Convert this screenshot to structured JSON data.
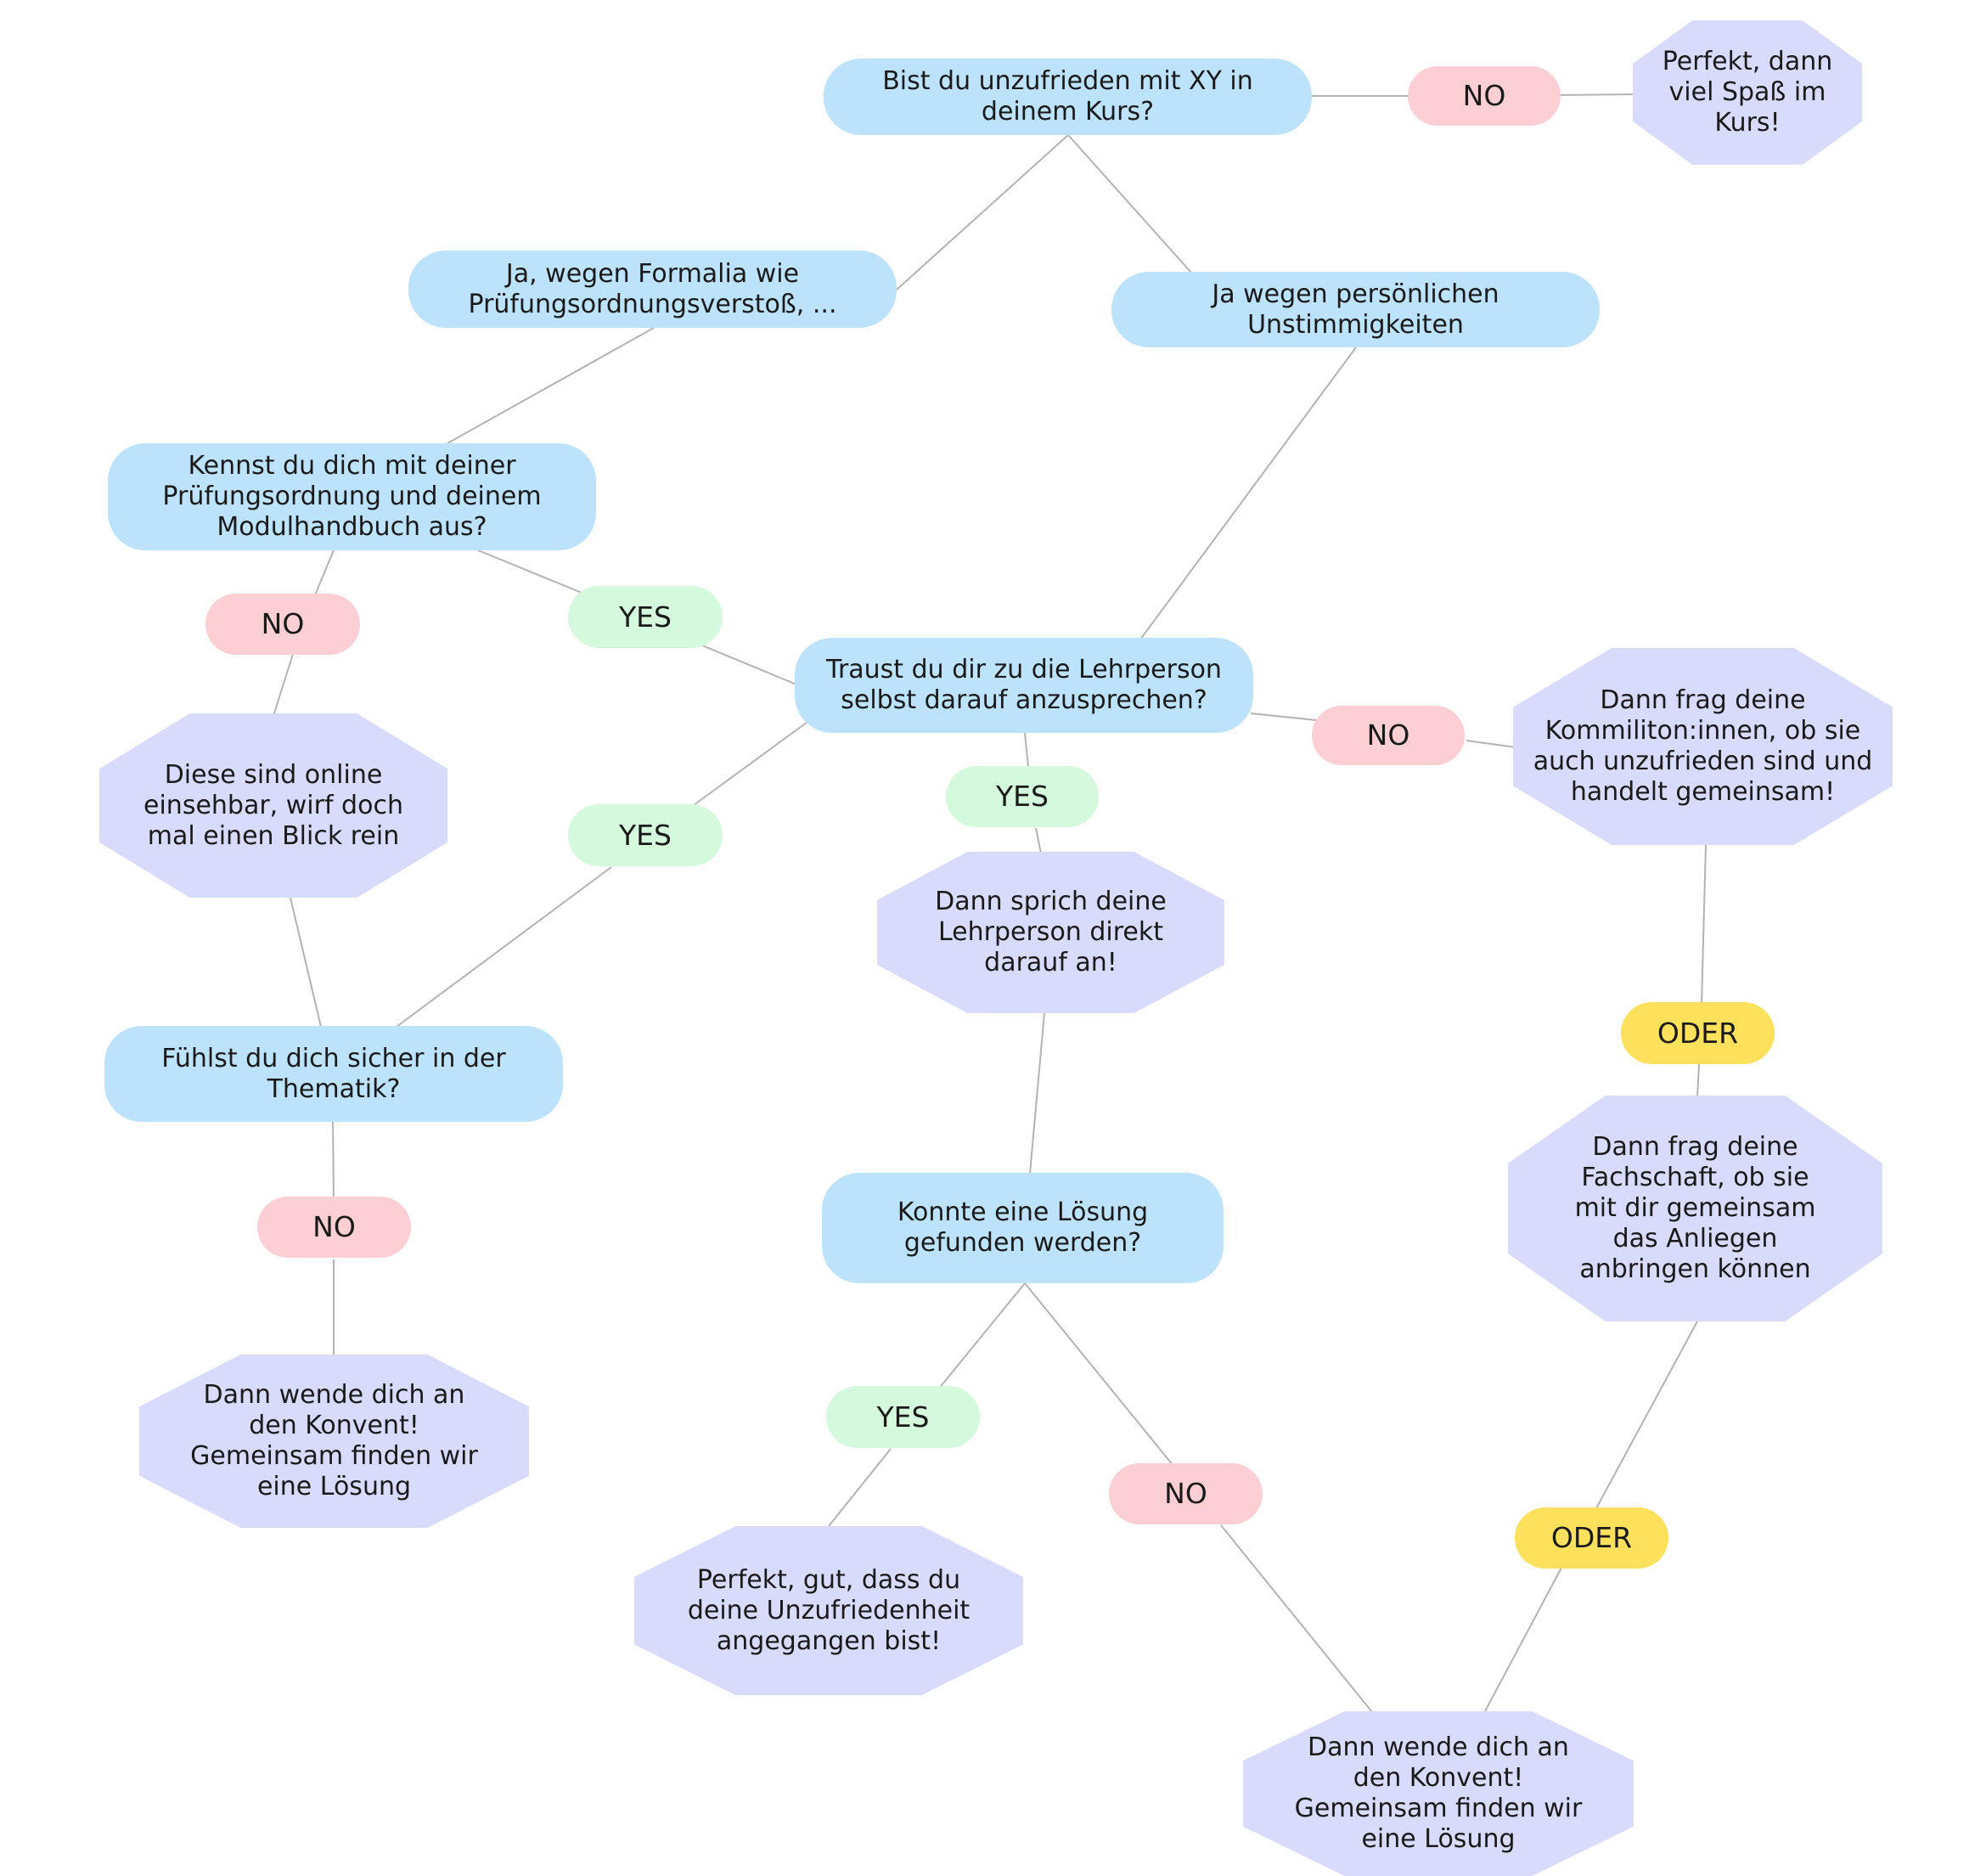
{
  "diagram": {
    "questions": {
      "q_unzufrieden": "Bist du unzufrieden mit XY in deinem Kurs?",
      "q_formalia": "Ja, wegen Formalia wie Prüfungsordnungsverstoß, ...",
      "q_persoenlich": "Ja wegen persönlichen Unstimmigkeiten",
      "q_kennst": "Kennst du dich mit deiner Prüfungsordnung und deinem Modulhandbuch aus?",
      "q_traust": "Traust du dir zu die Lehrperson selbst darauf anzusprechen?",
      "q_sicher": "Fühlst du dich sicher in der Thematik?",
      "q_loesung": "Konnte eine Lösung gefunden werden?"
    },
    "answers": {
      "a_spass": "Perfekt, dann viel Spaß im Kurs!",
      "a_online": "Diese sind online einsehbar, wirf doch mal einen Blick rein",
      "a_kommilitonen": "Dann frag deine Kommiliton:innen, ob sie auch unzufrieden sind und handelt gemeinsam!",
      "a_sprich": "Dann sprich deine Lehrperson direkt darauf an!",
      "a_fachschaft": "Dann frag deine Fachschaft, ob sie mit dir gemeinsam das Anliegen anbringen können",
      "a_konvent_links": "Dann wende dich an den Konvent! Gemeinsam finden wir eine Lösung",
      "a_perfekt": "Perfekt, gut, dass du deine Unzufriedenheit angegangen bist!",
      "a_konvent_rechts": "Dann wende dich an den Konvent! Gemeinsam finden wir eine Lösung"
    },
    "labels": {
      "no": "NO",
      "yes": "YES",
      "oder": "ODER"
    },
    "colors": {
      "question": "#bde3fc",
      "answer": "#d9dbfc",
      "no": "#fbcfd3",
      "yes": "#d5f9dc",
      "oder": "#fde05c",
      "connector": "#b3b3b3"
    }
  }
}
